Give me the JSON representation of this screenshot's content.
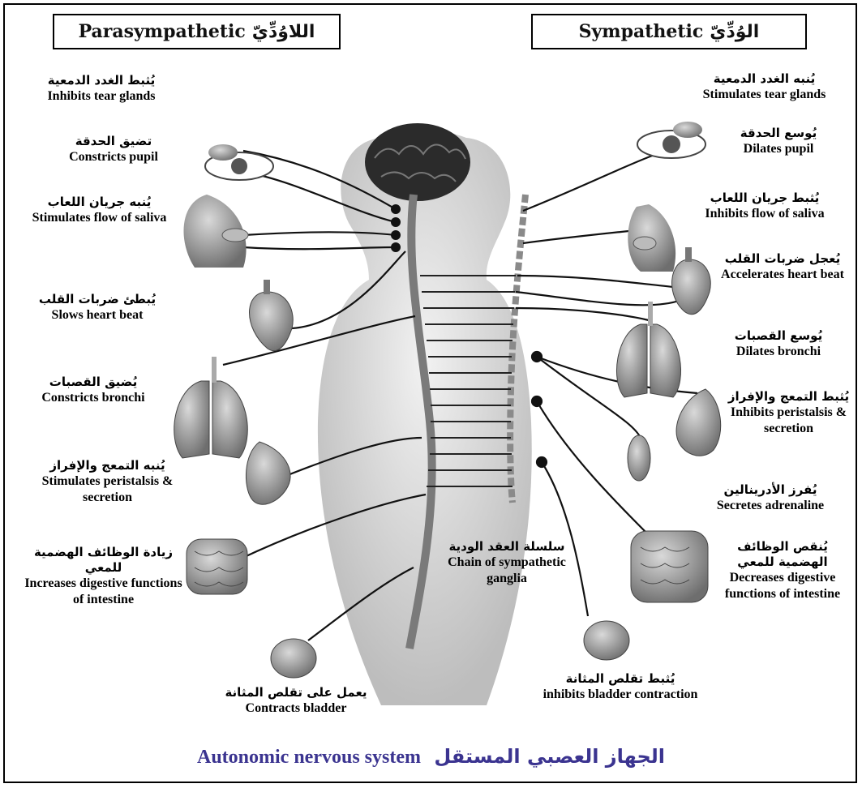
{
  "header": {
    "parasympathetic": {
      "en": "Parasympathetic",
      "ar": "اللاوُدِّيّ"
    },
    "sympathetic": {
      "en": "Sympathetic",
      "ar": "الوُدِّيّ"
    }
  },
  "left_labels": [
    {
      "ar": "يُثبط الغدد الدمعية",
      "en": "Inhibits tear glands"
    },
    {
      "ar": "تضيق الحدقة",
      "en": "Constricts pupil"
    },
    {
      "ar": "يُنبه جريان اللعاب",
      "en": "Stimulates flow of saliva"
    },
    {
      "ar": "يُبطئ ضربات القلب",
      "en": "Slows heart beat"
    },
    {
      "ar": "يُضيق القصبات",
      "en": "Constricts bronchi"
    },
    {
      "ar": "يُنبه التمعج والإفراز",
      "en": "Stimulates peristalsis & secretion"
    },
    {
      "ar": "زيادة الوظائف الهضمية للمعي",
      "en": "Increases digestive functions of intestine"
    },
    {
      "ar": "يعمل على تقلص المثانة",
      "en": "Contracts bladder"
    }
  ],
  "right_labels": [
    {
      "ar": "يُنبه الغدد الدمعية",
      "en": "Stimulates tear glands"
    },
    {
      "ar": "يُوسع الحدقة",
      "en": "Dilates pupil"
    },
    {
      "ar": "يُثبط جريان اللعاب",
      "en": "Inhibits flow of saliva"
    },
    {
      "ar": "يُعجل ضربات القلب",
      "en": "Accelerates heart beat"
    },
    {
      "ar": "يُوسع القصبات",
      "en": "Dilates bronchi"
    },
    {
      "ar": "يُثبط التمعج والإفراز",
      "en": "Inhibits peristalsis & secretion"
    },
    {
      "ar": "يُفرز الأدرينالين",
      "en": "Secretes adrenaline"
    },
    {
      "ar": "يُنقص الوظائف الهضمية للمعي",
      "en": "Decreases digestive functions of intestine"
    },
    {
      "ar": "يُثبط تقلص المثانة",
      "en": "inhibits bladder contraction"
    }
  ],
  "center_label": {
    "ar": "سلسلة العقد الودية",
    "en": "Chain of sympathetic ganglia"
  },
  "footer": {
    "en": "Autonomic nervous system",
    "ar": "الجهاز العصبي المستقل"
  },
  "colors": {
    "nerve": "#111111",
    "organ": "#8a8a8a",
    "body": "#d8d8d8",
    "footer": "#3b3490"
  }
}
